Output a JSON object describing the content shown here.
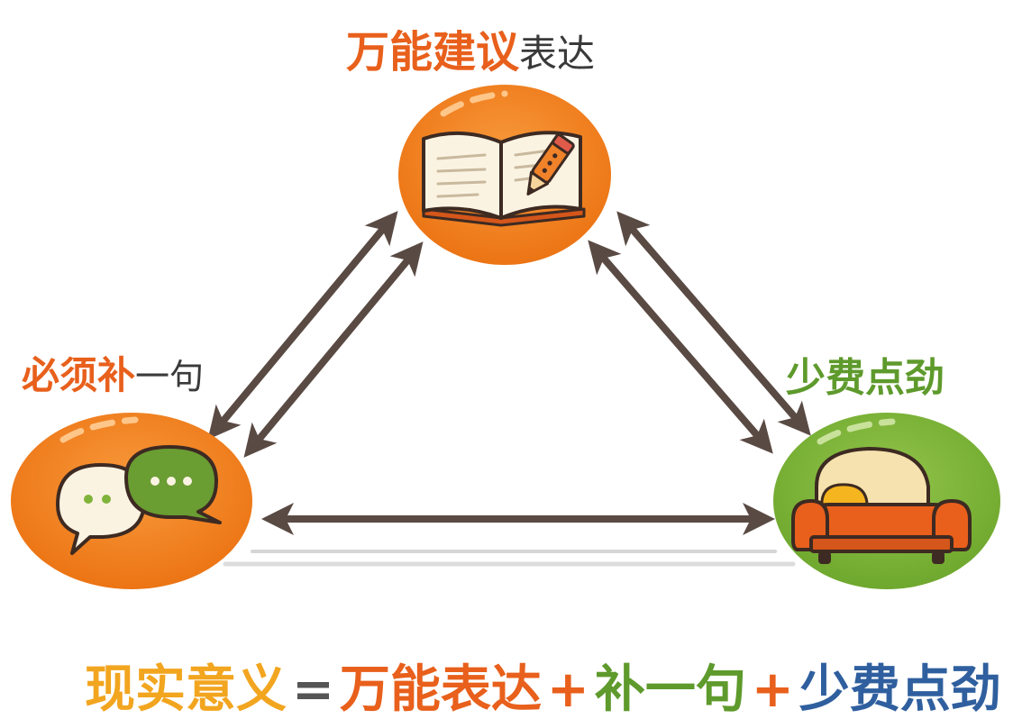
{
  "nodes": {
    "top": {
      "label_part1": "万能建议",
      "label_part2": "表达",
      "icon": "open-book-with-pencil-icon",
      "circle_color": "#f07d1a"
    },
    "left": {
      "label_part1": "必须补",
      "label_part2": "一句",
      "icon": "speech-bubbles-icon",
      "circle_color": "#f07d1a"
    },
    "right": {
      "label": "少费点劲",
      "icon": "sofa-icon",
      "circle_color": "#7fb33a"
    }
  },
  "arrows": {
    "color": "#5a4a44",
    "edges": [
      {
        "from": "top",
        "to": "left",
        "type": "bidirectional",
        "count": 2
      },
      {
        "from": "top",
        "to": "right",
        "type": "bidirectional",
        "count": 2
      },
      {
        "from": "left",
        "to": "right",
        "type": "bidirectional",
        "count": 1
      }
    ]
  },
  "equation": {
    "result": "现实意义",
    "equals": "=",
    "term1": "万能表达",
    "plus1": "+",
    "term2": "补一句",
    "plus2": "+",
    "term3": "少费点劲"
  }
}
